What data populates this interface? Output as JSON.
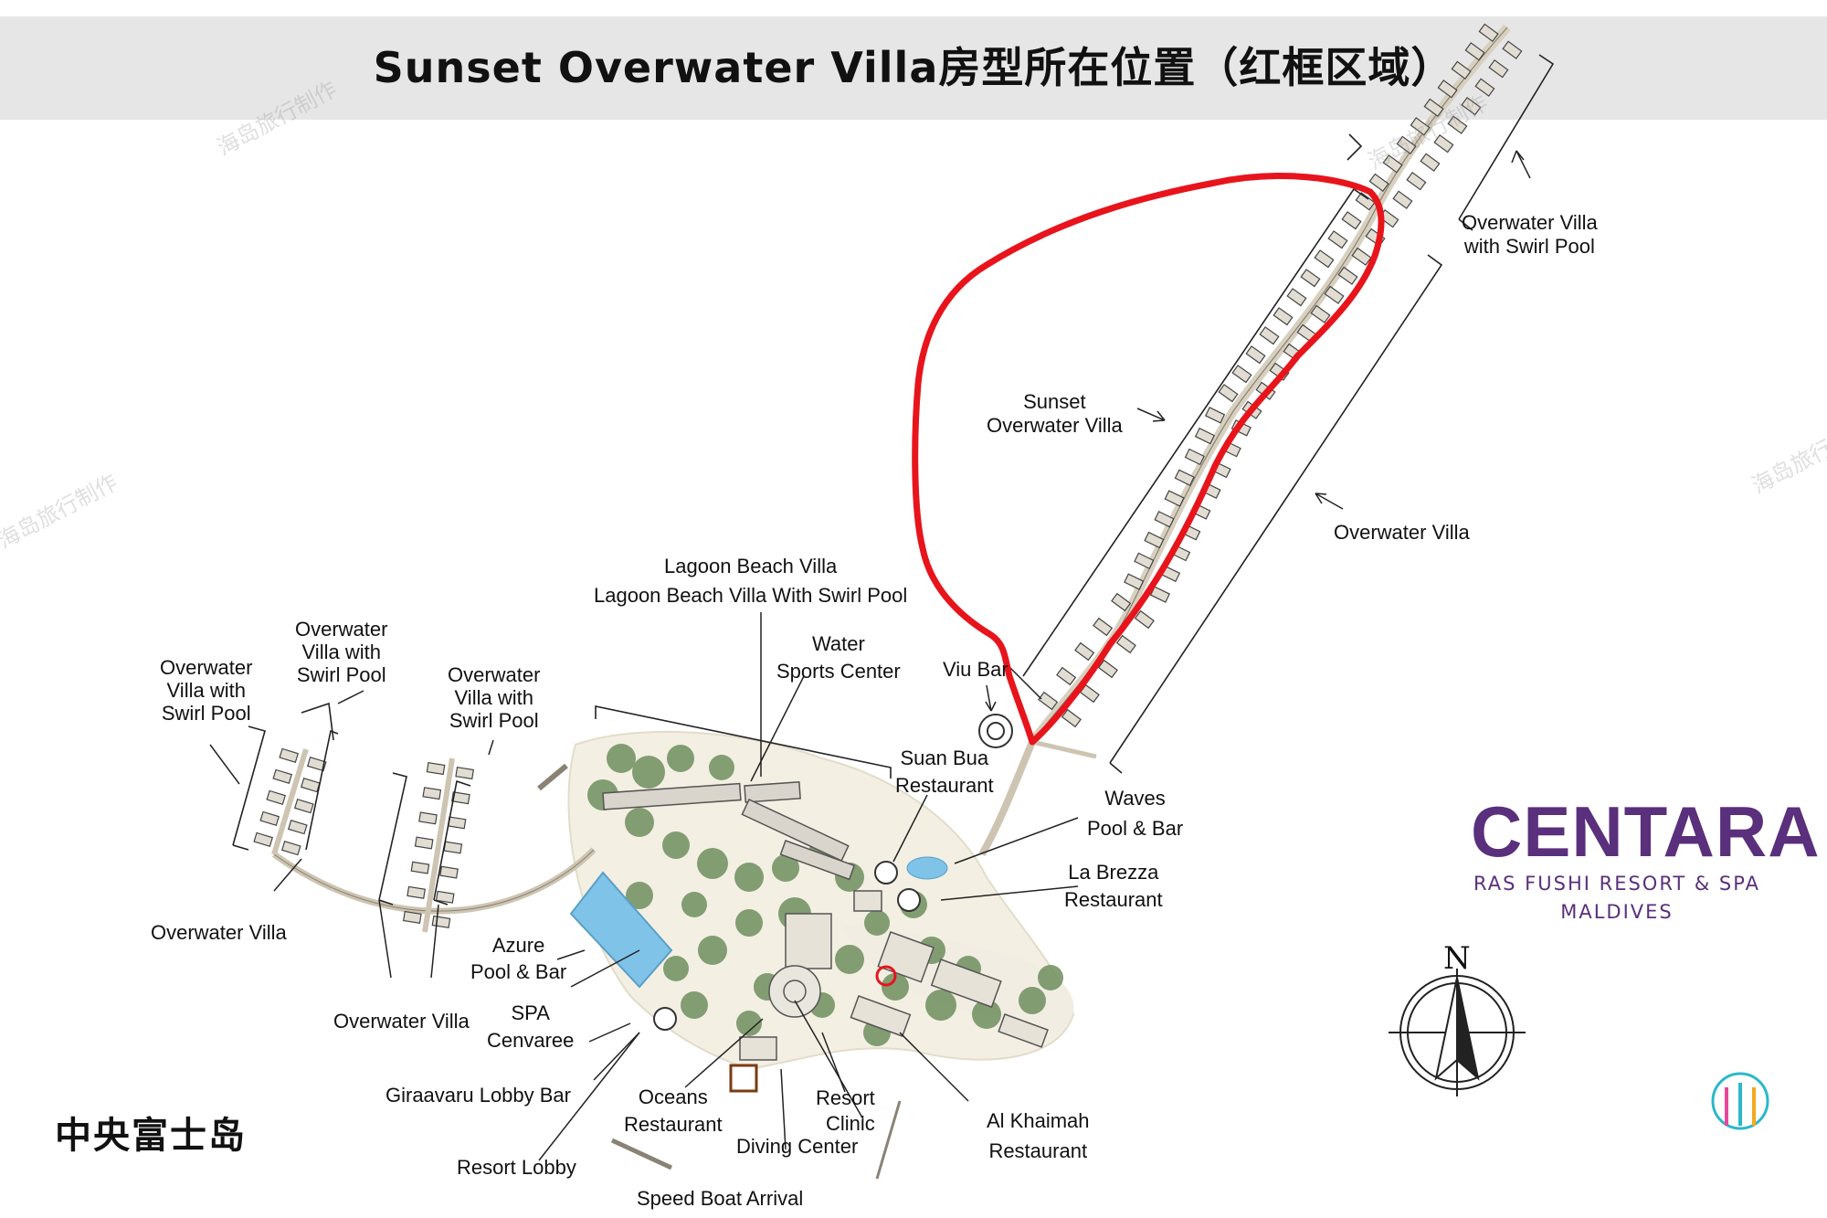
{
  "title": "Sunset Overwater Villa房型所在位置（红框区域）",
  "island_name": "中央富士岛",
  "watermark": "海岛旅行制作",
  "brand": {
    "name": "CENTARA",
    "line1": "RAS FUSHI RESORT & SPA",
    "line2": "MALDIVES",
    "color": "#5a2f7c"
  },
  "compass": {
    "label": "N"
  },
  "highlight_color": "#e8141c",
  "labels": {
    "ov_swirl_right": "Overwater Villa\nwith Swirl Pool",
    "sunset_ov": "Sunset\nOverwater Villa",
    "ov_right": "Overwater Villa",
    "lagoon_beach": "Lagoon Beach Villa\nLagoon Beach Villa With Swirl Pool",
    "water_sports": "Water\nSports Center",
    "viu_bar": "Viu Bar",
    "suan_bua": "Suan Bua\nRestaurant",
    "waves": "Waves\nPool & Bar",
    "la_brezza": "La Brezza\nRestaurant",
    "ov_swirl_left1": "Overwater\nVilla with\nSwirl Pool",
    "ov_swirl_left2": "Overwater\nVilla with\nSwirl Pool",
    "ov_swirl_left3": "Overwater\nVilla with\nSwirl Pool",
    "ov_left": "Overwater Villa",
    "ov_left2": "Overwater Villa",
    "azure": "Azure\nPool & Bar",
    "spa": "SPA\nCenvaree",
    "giraavaru": "Giraavaru Lobby Bar",
    "oceans": "Oceans\nRestaurant",
    "resort_clinic": "Resort\nClinic",
    "diving": "Diving Center",
    "al_khaimah": "Al Khaimah\nRestaurant",
    "resort_lobby": "Resort Lobby",
    "speed_boat": "Speed Boat Arrival"
  }
}
